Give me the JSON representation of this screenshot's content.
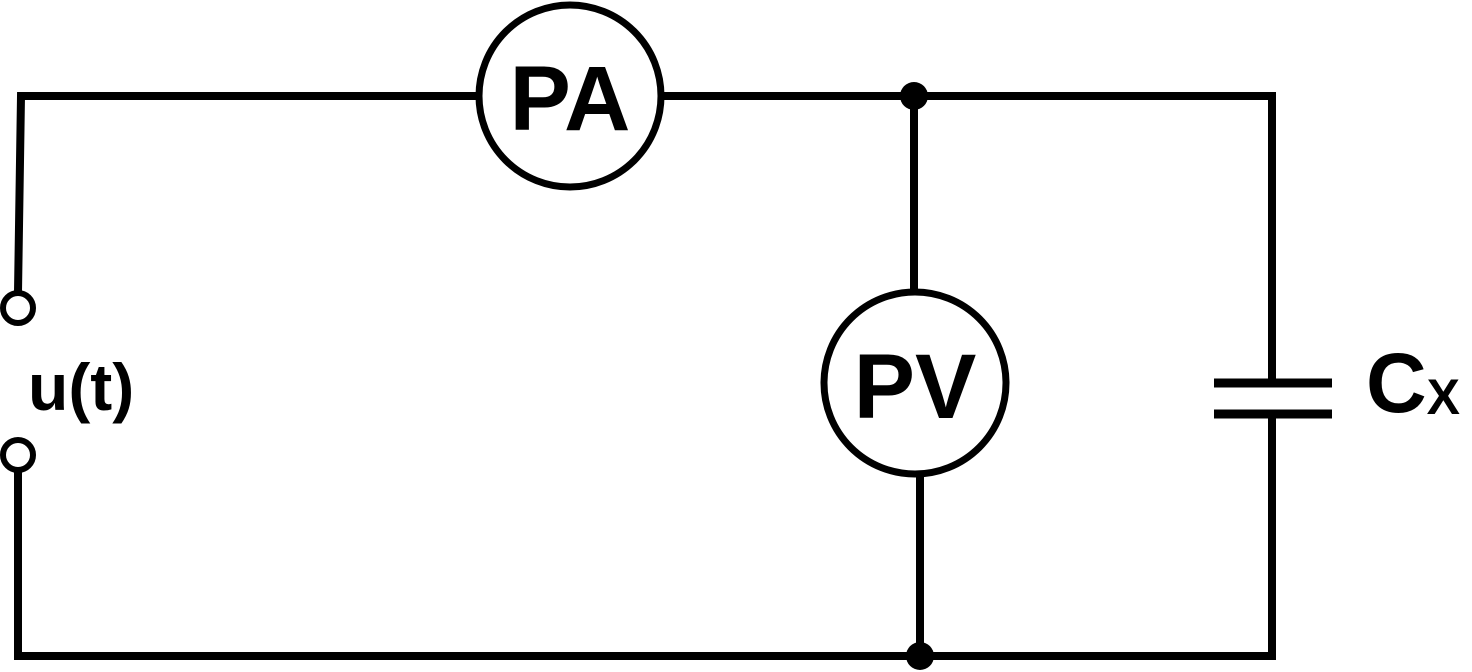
{
  "diagram": {
    "source": {
      "label": "u(t)"
    },
    "ammeter": {
      "label": "PA"
    },
    "voltmeter": {
      "label": "PV"
    },
    "capacitor": {
      "label_main": "C",
      "label_sub": "X"
    }
  }
}
